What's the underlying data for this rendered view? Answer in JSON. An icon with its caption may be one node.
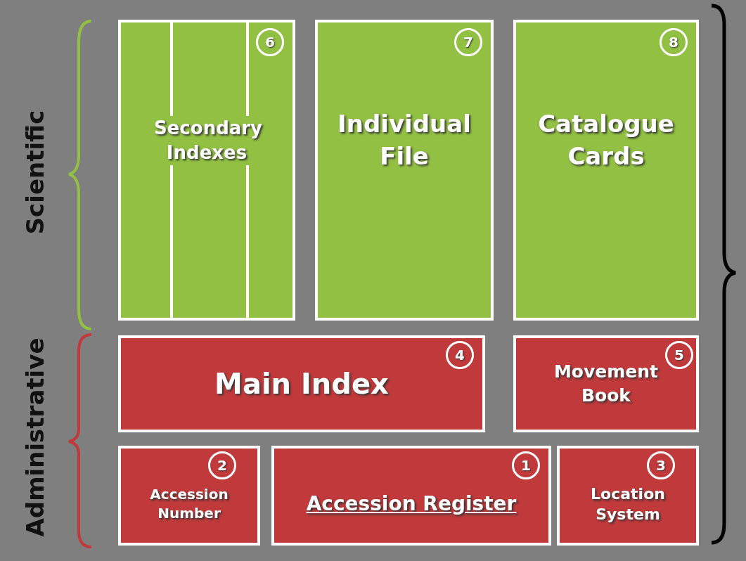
{
  "diagram": {
    "nodes": [
      {
        "text": [
          "6",
          "Secondary Indexes"
        ]
      },
      {
        "text": [
          "7",
          "Individual File"
        ]
      },
      {
        "text": [
          "8",
          "Catalogue Cards"
        ]
      },
      {
        "text": [
          "4",
          "Main Index"
        ]
      },
      {
        "text": [
          "5",
          "Movement Book"
        ]
      },
      {
        "text": [
          "2",
          "Accession Number"
        ]
      },
      {
        "text": [
          "1",
          "Accession Register"
        ]
      },
      {
        "text": [
          "3",
          "Location System"
        ]
      }
    ],
    "labels": [
      "Scientific",
      "Administrative"
    ]
  }
}
